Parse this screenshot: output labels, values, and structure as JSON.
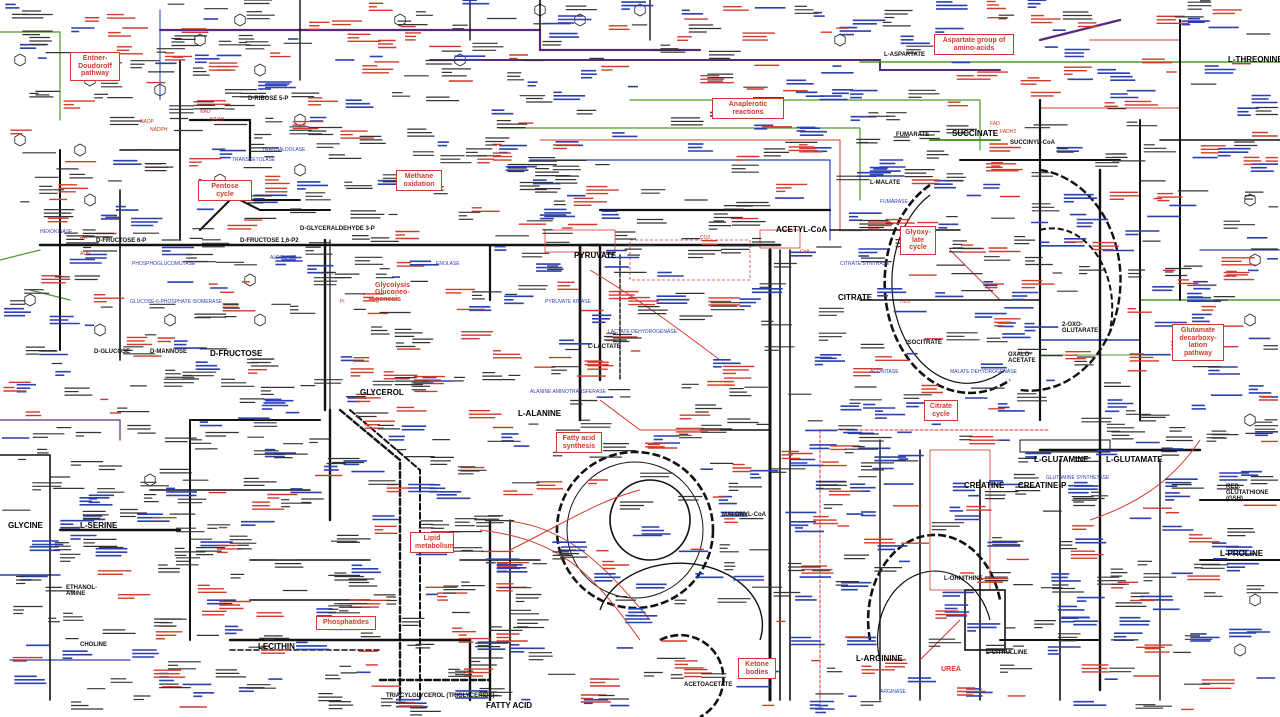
{
  "colors": {
    "main_pathway": "#111111",
    "enzyme_text": "#2a3fb0",
    "cofactor_text": "#d03a2a",
    "green_line": "#4c9a2a",
    "blue_line": "#2a3fb0",
    "red_line": "#d03a2a",
    "purple_line": "#5a2a7a",
    "background": "#ffffff"
  },
  "pathway_boxes": [
    {
      "id": "entner",
      "label": "Entner-Doudoroff pathway"
    },
    {
      "id": "pentose",
      "label": "Pentose cycle"
    },
    {
      "id": "methane",
      "label": "Methane oxidation"
    },
    {
      "id": "anaplerotic",
      "label": "Anaplerotic reactions"
    },
    {
      "id": "aspartate",
      "label": "Aspartate group of amino-acids"
    },
    {
      "id": "glycolysis",
      "label": "Glycolysis Gluconeo-genesis"
    },
    {
      "id": "glyoxy",
      "label": "Glyoxy-late cycle"
    },
    {
      "id": "citrate_cycle",
      "label": "Citrate cycle"
    },
    {
      "id": "glutamate_decarb",
      "label": "Glutamate decarboxy-lation pathway"
    },
    {
      "id": "fatty_acid_synth",
      "label": "Fatty acid synthesis"
    },
    {
      "id": "lipid",
      "label": "Lipid metabolism"
    },
    {
      "id": "phosphatides",
      "label": "Phosphatides"
    },
    {
      "id": "ketone",
      "label": "Ketone bodies"
    },
    {
      "id": "urea",
      "label": "UREA"
    }
  ],
  "metabolites": [
    {
      "id": "pyruvate",
      "label": "PYRUVATE"
    },
    {
      "id": "acetyl_coa",
      "label": "ACETYL-CoA"
    },
    {
      "id": "citrate",
      "label": "CITRATE"
    },
    {
      "id": "succinate",
      "label": "SUCCINATE"
    },
    {
      "id": "fumarate",
      "label": "FUMARATE"
    },
    {
      "id": "oxaloacetate",
      "label": "OXALO-ACETATE"
    },
    {
      "id": "aspartate",
      "label": "L-ASPARTATE"
    },
    {
      "id": "glutamate",
      "label": "L-GLUTAMATE"
    },
    {
      "id": "glutamine",
      "label": "L-GLUTAMINE"
    },
    {
      "id": "oxoglutarate",
      "label": "2-OXO-GLUTARATE"
    },
    {
      "id": "lactate",
      "label": "L-LACTATE"
    },
    {
      "id": "alanine",
      "label": "L-ALANINE"
    },
    {
      "id": "serine",
      "label": "L-SERINE"
    },
    {
      "id": "glycine",
      "label": "GLYCINE"
    },
    {
      "id": "glycerol",
      "label": "GLYCEROL"
    },
    {
      "id": "fructose",
      "label": "D-FRUCTOSE"
    },
    {
      "id": "glucose",
      "label": "D-GLUCOSE"
    },
    {
      "id": "mannose",
      "label": "D-MANNOSE"
    },
    {
      "id": "fatty_acid",
      "label": "FATTY ACID"
    },
    {
      "id": "lecithin",
      "label": "LECITHIN"
    },
    {
      "id": "creatine",
      "label": "CREATINE"
    },
    {
      "id": "creatine_p",
      "label": "CREATINE-P"
    },
    {
      "id": "arginine",
      "label": "L-ARGININE"
    },
    {
      "id": "proline",
      "label": "L-PROLINE"
    },
    {
      "id": "threonine",
      "label": "L-THREONINE"
    },
    {
      "id": "red_glutathione",
      "label": "RED. GLUTATHIONE (GSH)"
    },
    {
      "id": "triacylglycerol",
      "label": "TRIACYLGLYCEROL (TRIGLYCERIDE)"
    },
    {
      "id": "ethanolamine",
      "label": "ETHANOL-AMINE"
    },
    {
      "id": "choline",
      "label": "CHOLINE"
    },
    {
      "id": "fructose_6p",
      "label": "D-FRUCTOSE 6-P"
    },
    {
      "id": "fructose_16p",
      "label": "D-FRUCTOSE 1,6-P2"
    },
    {
      "id": "glyceraldehyde_3p",
      "label": "D-GLYCERALDEHYDE 3-P"
    },
    {
      "id": "ribose_5p",
      "label": "D-RIBOSE 5-P"
    },
    {
      "id": "malonyl_coa",
      "label": "MALONYL-CoA"
    },
    {
      "id": "acetoacetate",
      "label": "ACETOACETATE"
    },
    {
      "id": "ornithine",
      "label": "L-ORNITHINE"
    },
    {
      "id": "citrulline",
      "label": "L-CITRULLINE"
    },
    {
      "id": "isocitrate",
      "label": "ISOCITRATE"
    },
    {
      "id": "malate",
      "label": "L-MALATE"
    },
    {
      "id": "succinyl_coa",
      "label": "SUCCINYL-CoA"
    }
  ],
  "enzymes_blue": [
    "PHOSPHOGLUCOMUTASE",
    "GLUCOSE-6-PHOSPHATE ISOMERASE",
    "ALDOLASE",
    "PYRUVATE KINASE",
    "CITRATE SYNTHASE",
    "ACONITASE",
    "FUMARASE",
    "MALATE DEHYDROGENASE",
    "GLUTAMINE SYNTHETASE",
    "ARGINASE",
    "TRANSALDOLASE",
    "TRANSKETOLASE",
    "ENOLASE",
    "HEXOKINASE",
    "LACTATE DEHYDROGENASE",
    "ALANINE AMINOTRANSFERASE"
  ],
  "cofactors_red": [
    "NAD",
    "NADH",
    "NADP",
    "NADPH",
    "ATP",
    "ADP",
    "CoA",
    "CO2",
    "H2O",
    "Pi",
    "FAD",
    "FADH2"
  ]
}
